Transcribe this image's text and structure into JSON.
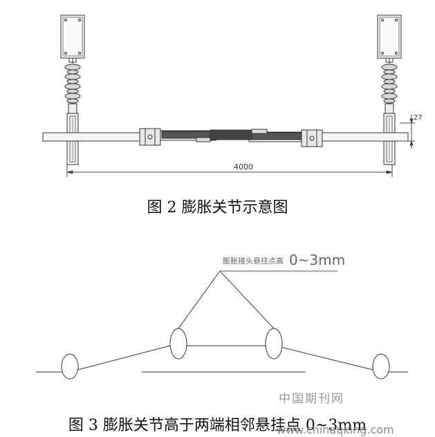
{
  "figure2": {
    "caption": "图 2 膨胀关节示意图",
    "dimension_span": "4000",
    "dimension_offset": "27"
  },
  "figure3": {
    "caption": "图 3 膨胀关节高于两端相邻悬挂点 0~3mm",
    "callout_prefix": "膨胀接头悬挂点高",
    "callout_value": "0~3mm"
  },
  "watermark": {
    "cn": "中国期刊网",
    "url": "www.chinaqking.com"
  }
}
